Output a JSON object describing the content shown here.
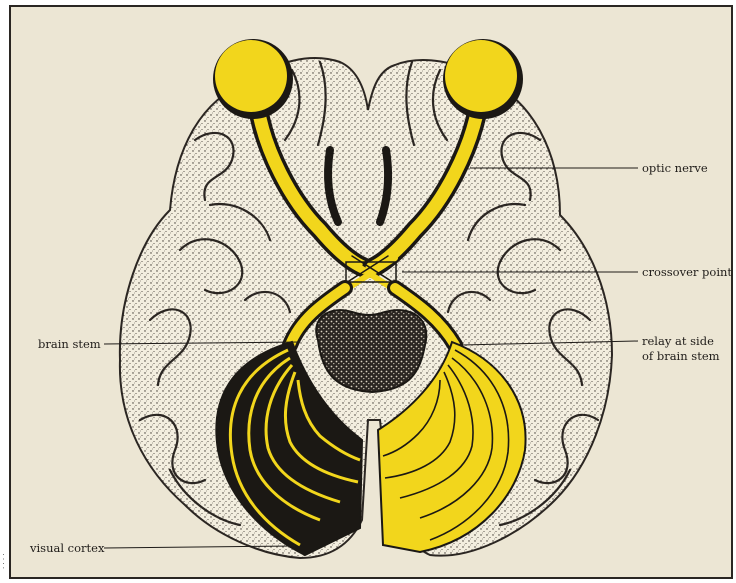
{
  "diagram": {
    "labels": {
      "optic_nerve": "optic nerve",
      "crossover_point": "crossover point",
      "relay_line1": "relay at side",
      "relay_line2": "of brain stem",
      "brain_stem": "brain stem",
      "visual_cortex": "visual cortex"
    },
    "colors": {
      "background": "#ece6d4",
      "pathway_yellow": "#f2d61c",
      "ink": "#1f1c19"
    }
  }
}
